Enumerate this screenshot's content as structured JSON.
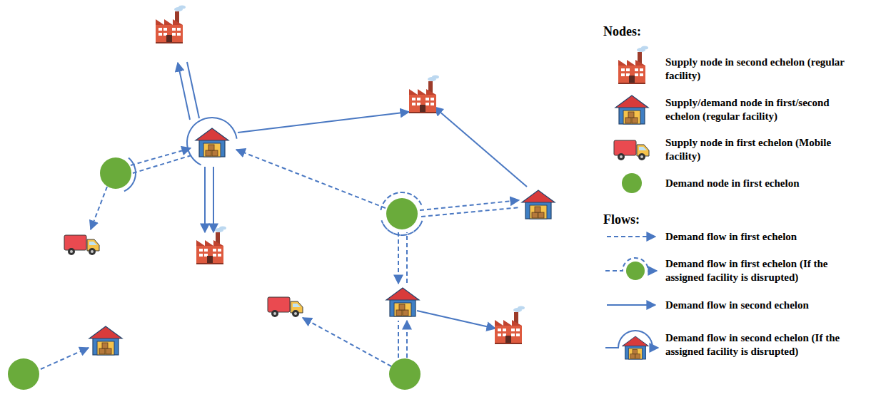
{
  "diagram": {
    "labels": [
      "Nodes:",
      "Flows:"
    ],
    "legend": [
      {
        "text": "Supply node in second echelon (regular facility)"
      },
      {
        "text": "Supply/demand node in first/second echelon (regular facility)"
      },
      {
        "text": "Supply node in first echelon (Mobile facility)"
      },
      {
        "text": "Demand node in first echelon"
      },
      {
        "text": "Demand flow in first echelon"
      },
      {
        "text": "Demand flow in first echelon (If the assigned facility is disrupted)"
      },
      {
        "text": "Demand flow in second echelon"
      },
      {
        "text": "Demand flow in second echelon (If the assigned facility is disrupted)"
      }
    ]
  }
}
